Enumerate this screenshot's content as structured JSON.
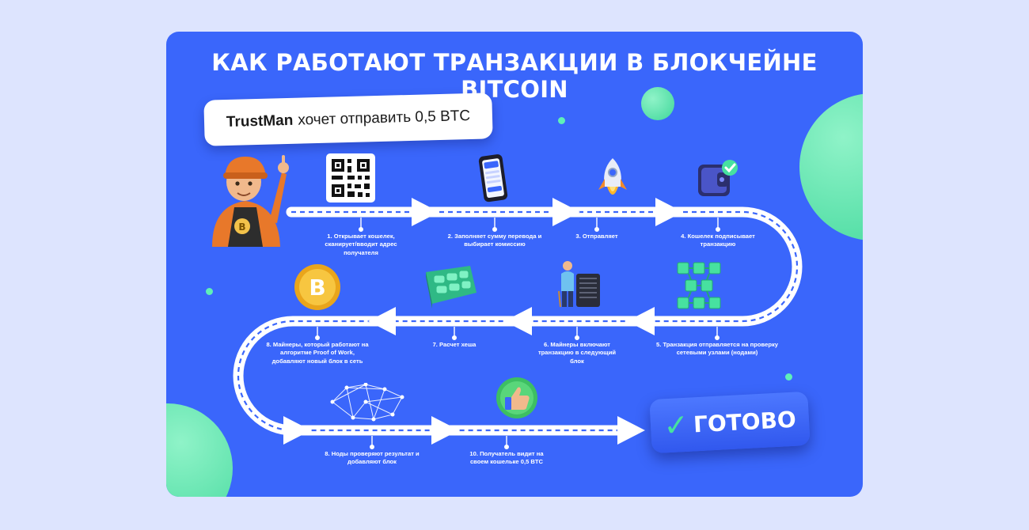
{
  "title": "КАК РАБОТАЮТ ТРАНЗАКЦИИ В БЛОКЧЕЙНЕ BITCOIN",
  "bubble": {
    "brand": "TrustMan",
    "text": "хочет отправить 0,5 BTC"
  },
  "steps": [
    "1. Открывает кошелек, сканирует/вводит адрес получателя",
    "2. Заполняет сумму перевода и выбирает комиссию",
    "3. Отправляет",
    "4. Кошелек подписывает транзакцию",
    "5. Транзакция отправляется на проверку сетевыми узлами (нодами)",
    "6. Майнеры включают транзакцию в следующий блок",
    "7. Расчет хеша",
    "8. Майнеры, который работают на алгоритме Proof of Work, добавляют новый блок в сеть",
    "8. Ноды проверяют результат и добавляют блок",
    "10. Получатель видит на своем кошельке 0,5 BTC"
  ],
  "done_label": "ГОТОВО",
  "colors": {
    "background": "#dde4fe",
    "card": "#3a66fb",
    "accent": "#47e1a0",
    "road": "#ffffff"
  },
  "icons": [
    "qr-code-icon",
    "smartphone-icon",
    "rocket-icon",
    "wallet-check-icon",
    "node-network-icon",
    "miner-asic-icon",
    "hash-blocks-icon",
    "bitcoin-coin-icon",
    "network-graph-icon",
    "thumbs-up-icon",
    "check-icon"
  ]
}
